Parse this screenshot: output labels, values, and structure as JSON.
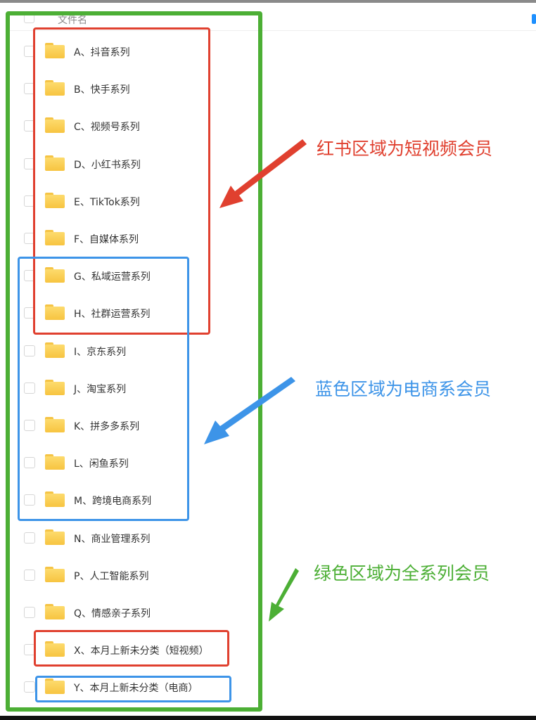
{
  "header": {
    "column_label": "文件名"
  },
  "files": [
    "A、抖音系列",
    "B、快手系列",
    "C、视频号系列",
    "D、小红书系列",
    "E、TikTok系列",
    "F、自媒体系列",
    "G、私域运营系列",
    "H、社群运营系列",
    "I、京东系列",
    "J、淘宝系列",
    "K、拼多多系列",
    "L、闲鱼系列",
    "M、跨境电商系列",
    "N、商业管理系列",
    "P、人工智能系列",
    "Q、情感亲子系列",
    "X、本月上新未分类（短视频）",
    "Y、本月上新未分类（电商）"
  ],
  "annotations": {
    "red": {
      "text": "红书区域为短视频会员",
      "color": "#e0402f"
    },
    "blue": {
      "text": "蓝色区域为电商系会员",
      "color": "#3d94e8"
    },
    "green": {
      "text": "绿色区域为全系列会员",
      "color": "#4caf35"
    }
  }
}
